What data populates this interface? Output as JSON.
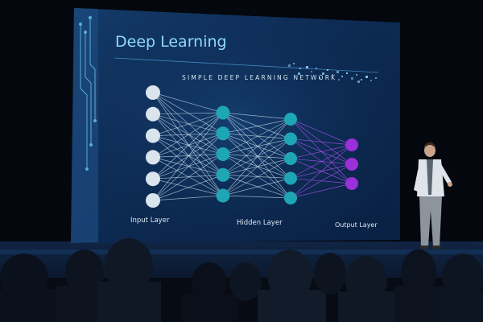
{
  "slide": {
    "title": "Deep Learning",
    "subtitle": "SIMPLE DEEP LEARNING NETWORK",
    "layer_labels": {
      "input": "Input Layer",
      "hidden": "Hidden Layer",
      "output": "Output Layer"
    }
  },
  "network": {
    "layers": [
      {
        "name": "input",
        "nodes": 6,
        "color": "#d9e4ec"
      },
      {
        "name": "hidden-1",
        "nodes": 5,
        "color": "#1ea6b4"
      },
      {
        "name": "hidden-2",
        "nodes": 5,
        "color": "#1ea6b4"
      },
      {
        "name": "output",
        "nodes": 3,
        "color": "#9b2fd8"
      }
    ],
    "edge_color": "#cfe6f2",
    "output_edge_color": "#a34ee8"
  },
  "colors": {
    "screen_bg": "#0c2850",
    "screen_panel": "#133a66",
    "accent": "#7fd3ff",
    "stage": "#0b1830"
  }
}
